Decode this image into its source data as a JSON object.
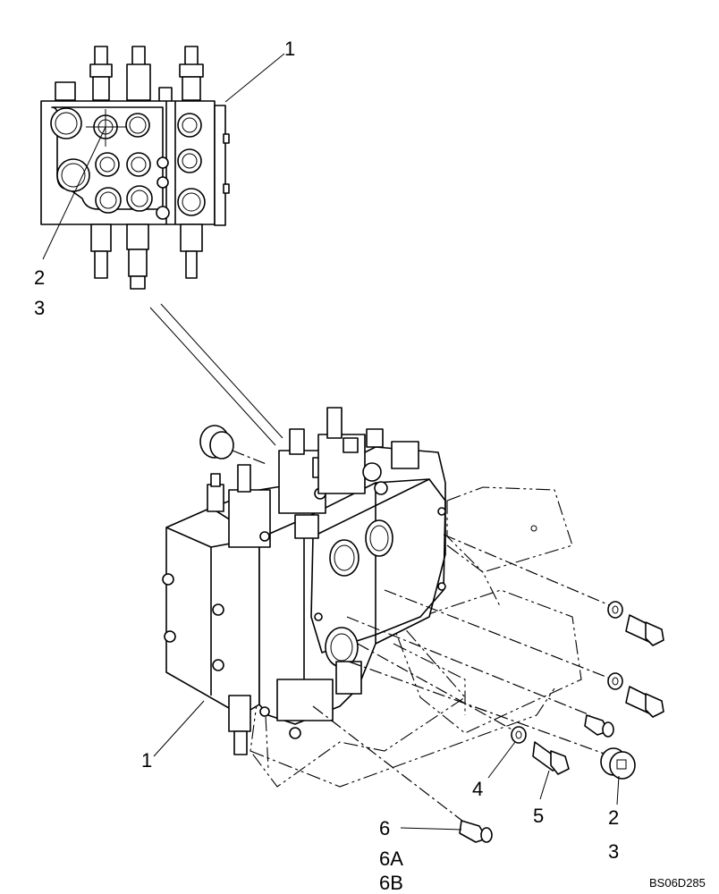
{
  "callouts": {
    "top_1": "1",
    "top_2": "2",
    "top_3": "3",
    "main_1": "1",
    "c2": "2",
    "c3": "3",
    "c4": "4",
    "c5": "5",
    "c6": "6",
    "c6a": "6A",
    "c6b": "6B"
  },
  "drawing_ref": "BS06D285"
}
